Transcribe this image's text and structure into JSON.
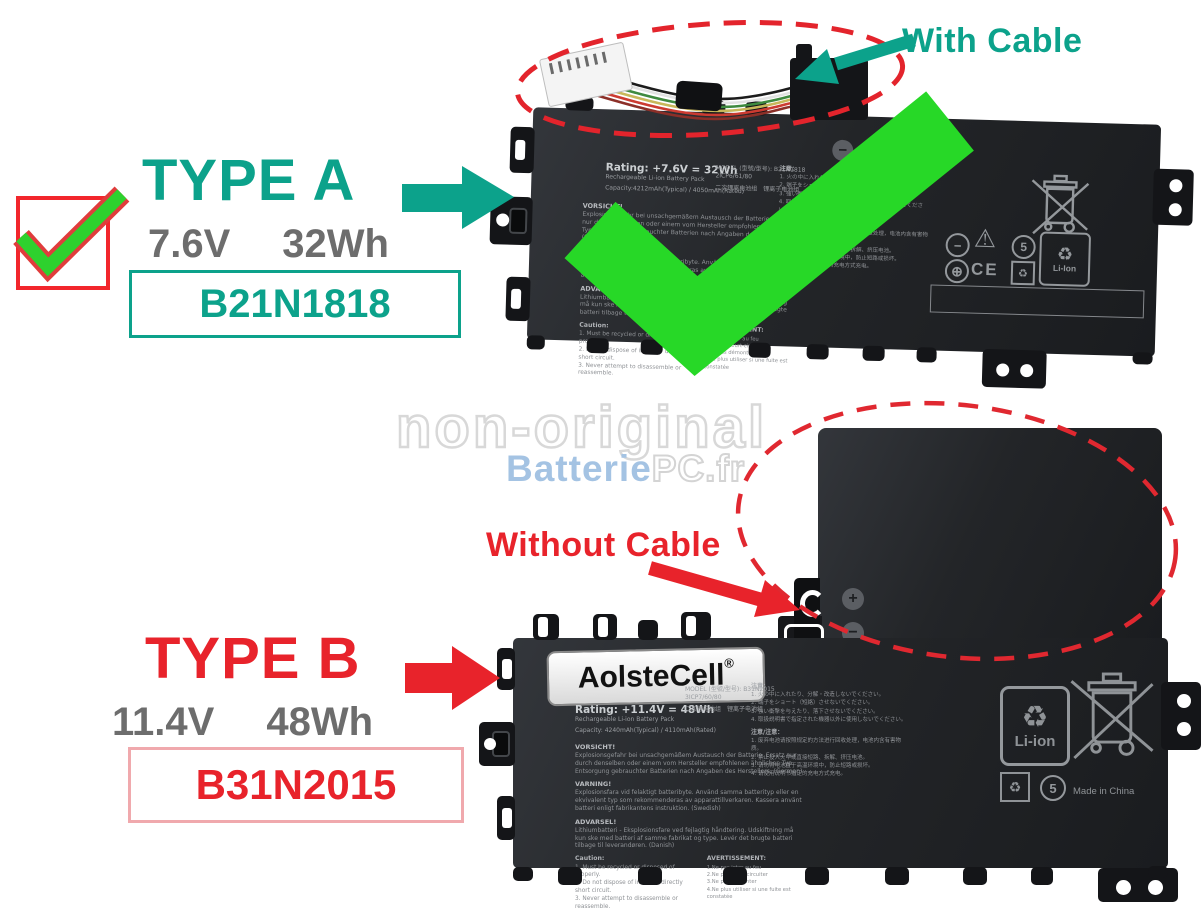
{
  "colors": {
    "teal": "#0ca28b",
    "red": "#e8232b",
    "pink_border": "#f0a9ad",
    "check_green": "#27d827",
    "battery_black": "#1e2023"
  },
  "annotations": {
    "type_a": {
      "title": "TYPE A",
      "voltage": "7.6V",
      "energy": "32Wh",
      "model": "B21N1818",
      "cable": "With Cable"
    },
    "type_b": {
      "title": "TYPE B",
      "voltage": "11.4V",
      "energy": "48Wh",
      "model": "B31N2015",
      "cable": "Without Cable"
    }
  },
  "watermark": {
    "line1": "non-original",
    "brand_left": "Batterie",
    "brand_right": "PC.fr"
  },
  "battery_a": {
    "rating": "Rating: +7.6V = 32Wh",
    "pack": "Rechargeable Li-ion Battery Pack",
    "capacity": "Capacity:4212mAh(Typical) / 4050mAh(Rated)",
    "model_line1": "MODEL (型號/型号): B21N1818",
    "model_line2": "2ICP6/61/80",
    "model_line3": "二次锂离电池组　锂离子电池组",
    "warn_de_h": "VORSICHT!",
    "warn_de": "Explosionsgefahr bei unsachgemäßem Austausch der Batterie. Ersatz nur durch denselben oder einem vom Hersteller empfohlenen ähnlichen Typ. Entsorgung gebrauchter Batterien nach Angaben des Herstellers. (German)",
    "warn_se_h": "VARNING!",
    "warn_se": "Explosionsfara vid felaktigt batteribyte. Använd samma batterityp eller en ekvivalent typ som rekommenderas av apparattillverkaren. Kassera använt batteri enligt fabrikantens instruktion. (Swedish)",
    "warn_dk_h": "ADVARSEL!",
    "warn_dk": "Lithiumbatteri - Eksplosionsfare ved fejlagtig håndtering. Udskiftning må kun ske med batteri af samme fabrikat og type. Levér det brugte batteri tilbage til leverandøren. (Danish)",
    "caution_h": "Caution:",
    "caution": [
      "1. Must be recycled or disposed of properly.",
      "2. Do not dispose of in fire or directly short circuit.",
      "3. Never attempt to disassemble or reassemble."
    ],
    "avert_h": "AVERTISSEMENT:",
    "avert": [
      "1.Ne pas jeter au feu",
      "2.Ne pas court-circuiter",
      "3.Ne pas démonter",
      "4.Ne plus utiliser si une fuite est constatée"
    ],
    "jp_h": "注意：",
    "jp": [
      "1. 火の中に入れたり、分解・改造しないでください。",
      "2. 端子をショート（短絡）させないでください。",
      "3. 強い衝撃を与えたり、落下させないでください。",
      "4. 取扱説明書で指定された機器以外に使用しないでください。"
    ],
    "cn_h": "注意/注意：",
    "cn": [
      "1. 废弃电池请按照规定的方法进行回收处理，电池内含有害物质。",
      "2. 禁止投入火中或直接短路、拆解、挤压电池。",
      "3. 请勿将电池置于高温环境中，防止短路或损坏。",
      "4. 请使用说明书指定的充电方式充电。"
    ],
    "screw_minus": "−",
    "screw_plus": "+",
    "sym_minus": "−",
    "sym_plus": "⊕",
    "warning": "⚠",
    "five": "5",
    "ce": "CE",
    "recycle": "♻",
    "li_ion": "Li-Ion"
  },
  "battery_b": {
    "brand": "AolsteCell",
    "brand_reg": "®",
    "rating": "Rating: +11.4V = 48Wh",
    "pack": "Rechargeable Li-ion Battery Pack",
    "capacity": "Capacity: 4240mAh(Typical) / 4110mAh(Rated)",
    "model_line1": "MODEL (型號/型号): B31N2015",
    "model_line2": "3ICP7/60/80",
    "model_line3": "二次锂电池组　锂离子电池组",
    "warn_de_h": "VORSICHT!",
    "warn_de": "Explosionsgefahr bei unsachgemäßem Austausch der Batterie. Ersatz nur durch denselben oder einem vom Hersteller empfohlenen ähnlichen Typ. Entsorgung gebrauchter Batterien nach Angaben des Herstellers. (German)",
    "warn_se_h": "VARNING!",
    "warn_se": "Explosionsfara vid felaktigt batteribyte. Använd samma batterityp eller en ekvivalent typ som rekommenderas av apparattillverkaren. Kassera använt batteri enligt fabrikantens instruktion. (Swedish)",
    "warn_dk_h": "ADVARSEL!",
    "warn_dk": "Lithiumbatteri - Eksplosionsfare ved fejlagtig håndtering. Udskiftning må kun ske med batteri af samme fabrikat og type. Levér det brugte batteri tilbage til leverandøren. (Danish)",
    "caution_h": "Caution:",
    "caution": [
      "1. Must be recycled or disposed of properly.",
      "2. Do not dispose of in fire or directly short circuit.",
      "3. Never attempt to disassemble or reassemble."
    ],
    "avert_h": "AVERTISSEMENT:",
    "avert": [
      "1.Ne pas jeter au feu",
      "2.Ne pas court-circuiter",
      "3.Ne pas démonter",
      "4.Ne plus utiliser si une fuite est constatée"
    ],
    "jp_h": "注意：",
    "jp": [
      "1. 火の中に入れたり、分解・改造しないでください。",
      "2. 端子をショート（短絡）させないでください。",
      "3. 強い衝撃を与えたり、落下させないでください。",
      "4. 取扱説明書で指定された機器以外に使用しないでください。"
    ],
    "cn_h": "注意/注意：",
    "cn": [
      "1. 废弃电池请按照规定的方法进行回收处理，电池内含有害物质。",
      "2. 禁止投入火中或直接短路、拆解、挤压电池。",
      "3. 请勿将电池置于高温环境中，防止短路或损坏。",
      "4. 请使用说明书指定的充电方式充电。"
    ],
    "made_in": "Made in China",
    "screw_plus": "+",
    "screw_minus": "−",
    "five": "5",
    "recycle": "♻",
    "li_ion": "Li-ion"
  }
}
